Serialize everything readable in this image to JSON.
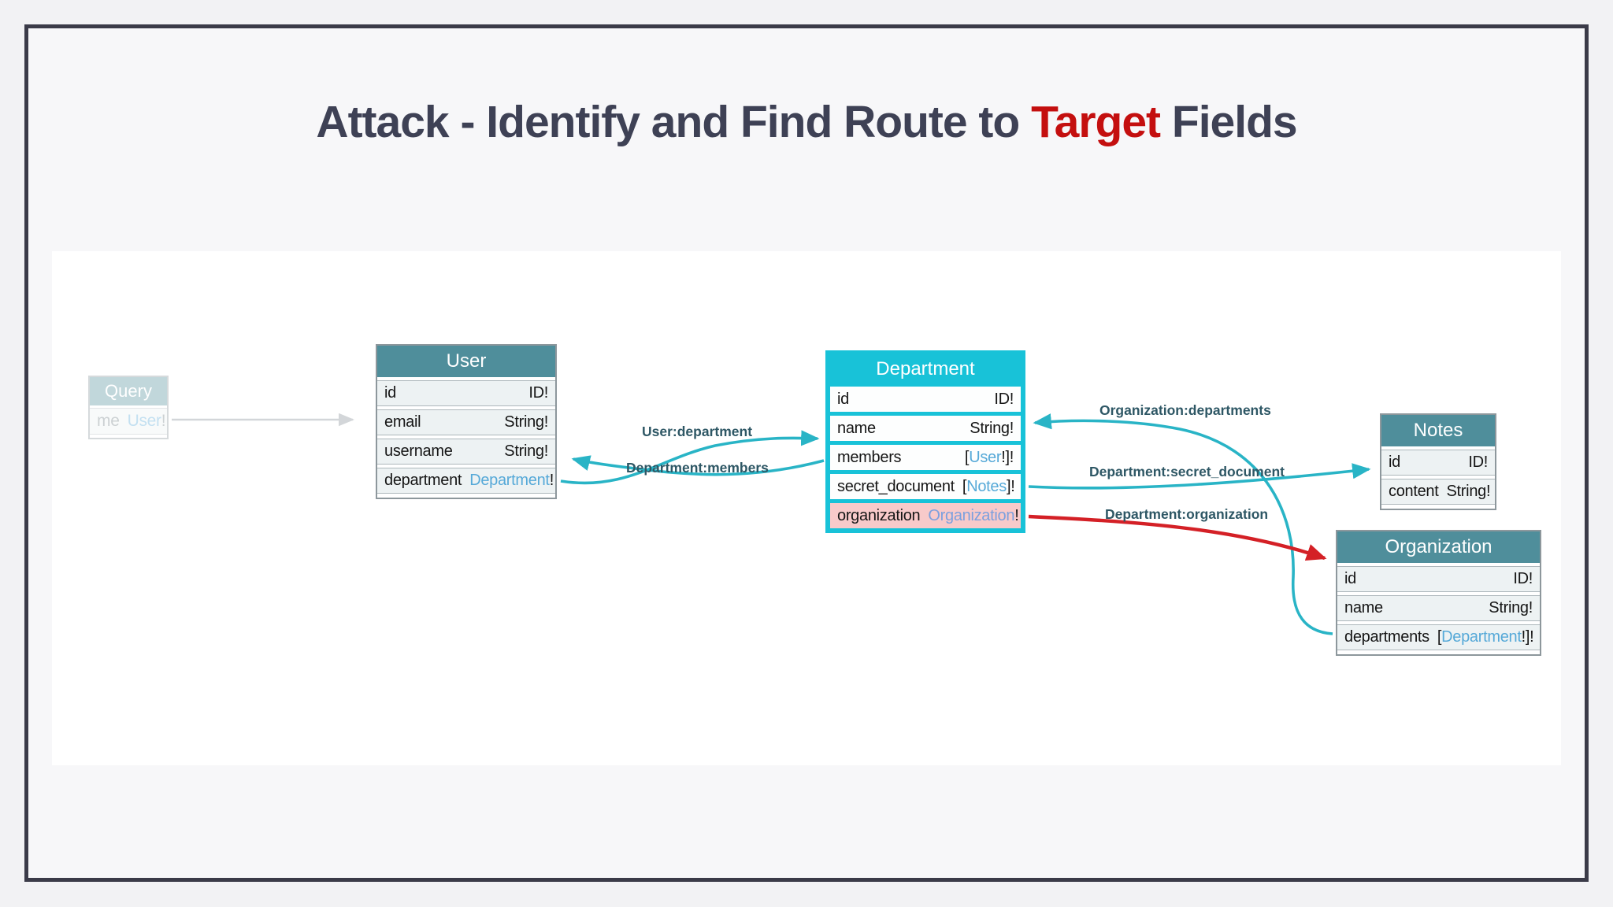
{
  "title": {
    "prefix": "Attack - Identify and Find Route to ",
    "highlight": "Target",
    "suffix": " Fields"
  },
  "colors": {
    "title_text": "#3e4155",
    "title_highlight": "#c40f0f",
    "teal_header": "#4f8e9b",
    "cyan_highlight": "#18c2d8",
    "pink_row": "#f8caca",
    "link_blue": "#56a9d8",
    "link_lavender": "#7ca0de",
    "arrow_cyan": "#29b4c6",
    "arrow_red": "#d42026",
    "arrow_gray": "#c9cdd0",
    "label_text": "#2e5765"
  },
  "diagram": {
    "query": {
      "id": "query",
      "title": "Query",
      "fields": [
        {
          "name": "me",
          "type": "User!",
          "link": "User"
        }
      ]
    },
    "tables": [
      {
        "id": "user",
        "title": "User",
        "fields": [
          {
            "name": "id",
            "type": "ID!"
          },
          {
            "name": "email",
            "type": "String!"
          },
          {
            "name": "username",
            "type": "String!"
          },
          {
            "name": "department",
            "type": "Department!",
            "link": "Department"
          }
        ]
      },
      {
        "id": "department",
        "title": "Department",
        "fields": [
          {
            "name": "id",
            "type": "ID!"
          },
          {
            "name": "name",
            "type": "String!"
          },
          {
            "name": "members",
            "type": "[User!]!",
            "link": "User"
          },
          {
            "name": "secret_document",
            "type": "[Notes]!",
            "link": "Notes"
          },
          {
            "name": "organization",
            "type": "Organization!",
            "link": "Organization",
            "link_color": "#7ca0de",
            "row_highlight": "pink"
          }
        ]
      },
      {
        "id": "notes",
        "title": "Notes",
        "fields": [
          {
            "name": "id",
            "type": "ID!"
          },
          {
            "name": "content",
            "type": "String!"
          }
        ]
      },
      {
        "id": "organization",
        "title": "Organization",
        "fields": [
          {
            "name": "id",
            "type": "ID!"
          },
          {
            "name": "name",
            "type": "String!"
          },
          {
            "name": "departments",
            "type": "[Department!]!",
            "link": "Department"
          }
        ]
      }
    ],
    "labels": [
      "User:department",
      "Department:members",
      "Organization:departments",
      "Department:secret_document",
      "Department:organization"
    ]
  }
}
